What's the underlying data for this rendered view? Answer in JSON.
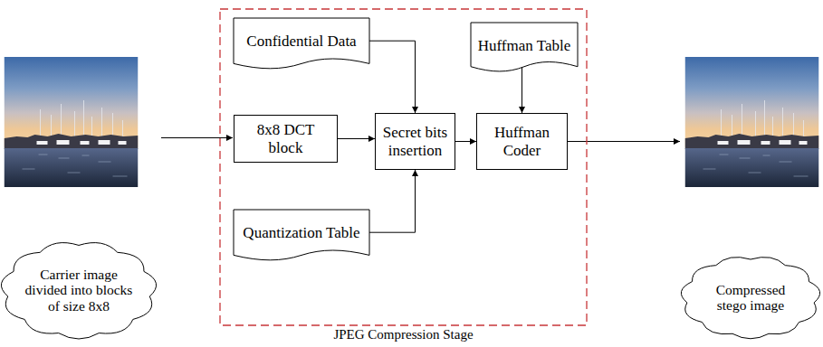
{
  "diagram": {
    "nodes": [
      {
        "text": [
          "Carrier image divided into blocks of size 8x8"
        ]
      },
      {
        "text": [
          "JPEG Compression Stage"
        ]
      },
      {
        "text": [
          "Confidential Data"
        ],
        "in": 1
      },
      {
        "text": [
          "Huffman Table"
        ],
        "in": 1
      },
      {
        "text": [
          "8x8 DCT block"
        ],
        "in": 1
      },
      {
        "text": [
          "Secret bits insertion"
        ],
        "in": 1
      },
      {
        "text": [
          "Huffman Coder"
        ],
        "in": 1
      },
      {
        "text": [
          "Quantization Table"
        ],
        "in": 1
      },
      {
        "text": [
          "Compressed stego image"
        ]
      }
    ],
    "edges": [
      {
        "from": 2,
        "to": 5,
        "arrow": "to"
      },
      {
        "from": 4,
        "to": 5,
        "arrow": "to"
      },
      {
        "from": 7,
        "to": 5,
        "arrow": "to"
      },
      {
        "from": 5,
        "to": 6,
        "arrow": "to"
      },
      {
        "from": 3,
        "to": 6,
        "arrow": "to"
      }
    ]
  }
}
